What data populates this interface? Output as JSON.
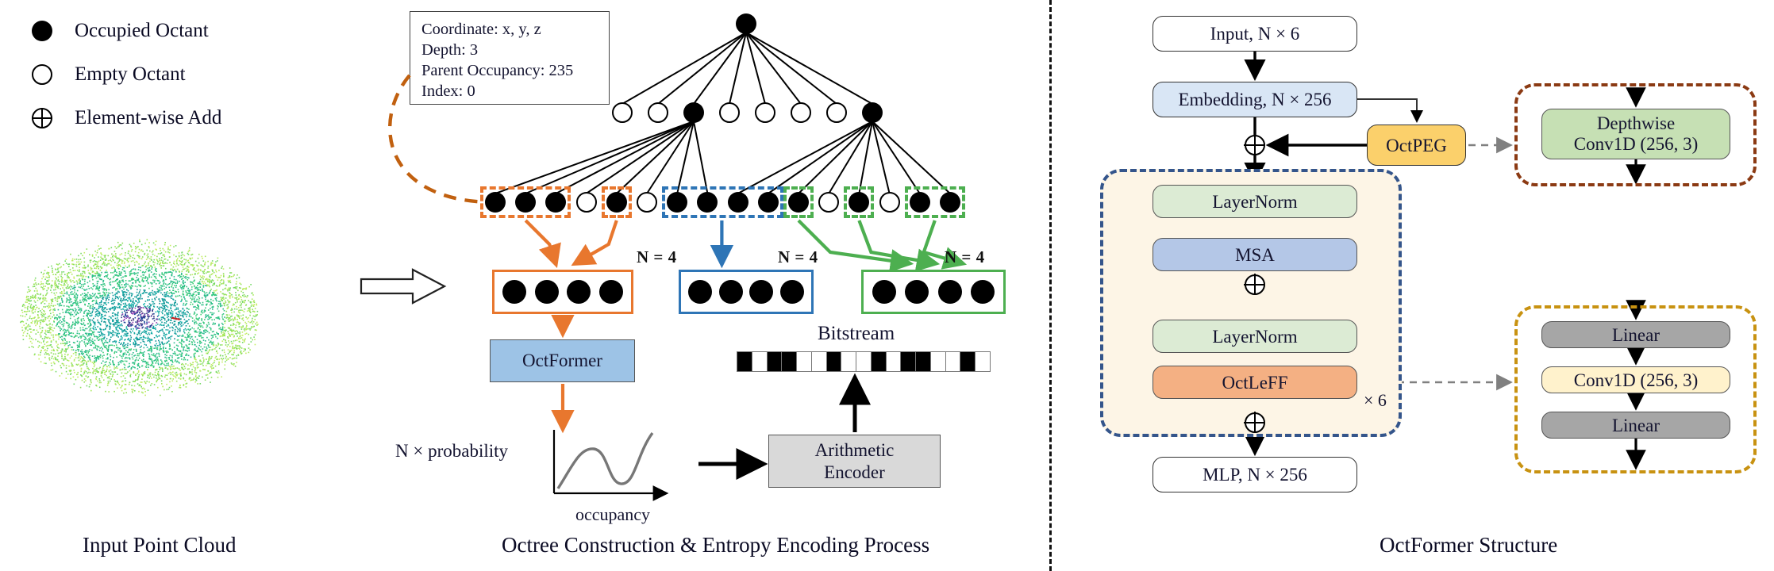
{
  "legend": {
    "items": [
      {
        "icon": "filled-circle-icon",
        "label": "Occupied Octant"
      },
      {
        "icon": "empty-circle-icon",
        "label": "Empty Octant"
      },
      {
        "icon": "circled-plus-icon",
        "label": "Element-wise Add"
      }
    ]
  },
  "info_box": {
    "lines": [
      "Coordinate: x, y, z",
      "Depth: 3",
      "Parent Occupancy: 235",
      "Index: 0"
    ]
  },
  "octree": {
    "root": {
      "state": "occupied"
    },
    "level2": [
      "empty",
      "empty",
      "occupied",
      "empty",
      "empty",
      "empty",
      "empty",
      "occupied"
    ],
    "level3": [
      "occupied",
      "occupied",
      "occupied",
      "empty",
      "occupied",
      "empty",
      "occupied",
      "occupied",
      "occupied",
      "occupied",
      "occupied",
      "empty",
      "occupied",
      "empty",
      "occupied",
      "occupied"
    ],
    "groups": [
      {
        "color": "#E8772E",
        "name": "orange-group-a"
      },
      {
        "color": "#E8772E",
        "name": "orange-group-b"
      },
      {
        "color": "#2E75B6",
        "name": "blue-group"
      },
      {
        "color": "#4DAF50",
        "name": "green-group-a"
      },
      {
        "color": "#4DAF50",
        "name": "green-group-b"
      },
      {
        "color": "#4DAF50",
        "name": "green-group-c"
      }
    ],
    "batches": [
      {
        "color": "#E8772E",
        "label": "N = 4",
        "count": 4
      },
      {
        "color": "#2E75B6",
        "label": "N = 4",
        "count": 4
      },
      {
        "color": "#4DAF50",
        "label": "N = 4",
        "count": 4
      }
    ]
  },
  "pipeline": {
    "octformer_label": "OctFormer",
    "octformer_fill": "#9DC3E6",
    "probability_label": "N  × probability",
    "occupancy_axis_label": "occupancy",
    "arithmetic_encoder_label": "Arithmetic\nEncoder",
    "arithmetic_encoder_line1": "Arithmetic",
    "arithmetic_encoder_line2": "Encoder",
    "arithmetic_encoder_fill": "#D9D9D9",
    "bitstream_title": "Bitstream",
    "bitstream_bits": [
      1,
      0,
      1,
      1,
      0,
      0,
      1,
      0,
      0,
      1,
      0,
      1,
      1,
      0,
      0,
      1,
      0
    ]
  },
  "captions": {
    "left": "Input Point Cloud",
    "middle": "Octree Construction & Entropy Encoding Process",
    "right": "OctFormer Structure"
  },
  "octformer": {
    "input": {
      "label": "Input, N × 6",
      "fill": "#ffffff"
    },
    "embedding": {
      "label": "Embedding, N × 256",
      "fill": "#D9E6F5"
    },
    "octpeg": {
      "label": "OctPEG",
      "fill": "#FBD06B"
    },
    "layernorm_1": {
      "label": "LayerNorm",
      "fill": "#DCEBD4"
    },
    "msa": {
      "label": "MSA",
      "fill": "#B4C7E7"
    },
    "layernorm_2": {
      "label": "LayerNorm",
      "fill": "#DCEBD4"
    },
    "octleff": {
      "label": "OctLeFF",
      "fill": "#F4B083"
    },
    "repeat": {
      "label": "× 6"
    },
    "mlp": {
      "label": "MLP, N × 256",
      "fill": "#ffffff"
    },
    "block_border": "#34558B",
    "block_fill": "#FDF5E6"
  },
  "detail_peg": {
    "border": "#8B3A13",
    "box": {
      "label": "Depthwise\nConv1D (256, 3)",
      "line1": "Depthwise",
      "line2": "Conv1D (256, 3)",
      "fill": "#C6E0B4"
    }
  },
  "detail_leff": {
    "border": "#C89211",
    "boxes": [
      {
        "label": "Linear",
        "fill": "#A6A6A6"
      },
      {
        "label": "Conv1D (256, 3)",
        "fill": "#FFF2CC"
      },
      {
        "label": "Linear",
        "fill": "#A6A6A6"
      }
    ]
  }
}
